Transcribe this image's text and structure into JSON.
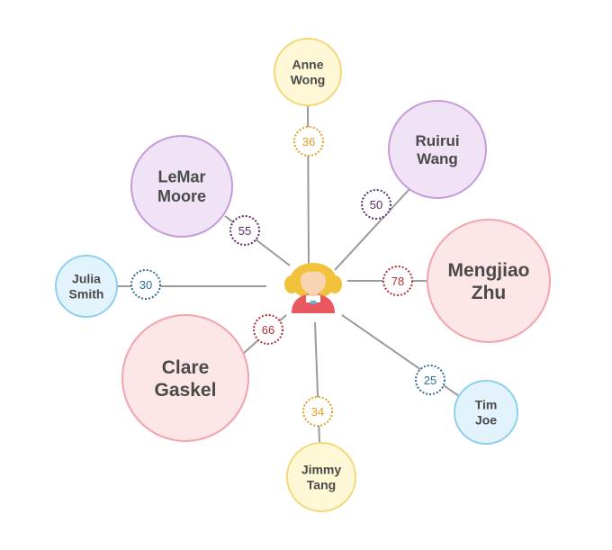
{
  "center": {
    "icon": "girl-avatar-icon"
  },
  "colors": {
    "line": "#9a9a9a",
    "yellow_fill": "#fef8d6",
    "yellow_stroke": "#f3d77a",
    "yellow_text": "#e0a020",
    "purple_fill": "#efe3f5",
    "purple_stroke": "#c69bd9",
    "purple_text": "#5a2a6e",
    "red_fill": "#fde6e8",
    "red_stroke": "#f2a3ab",
    "red_text": "#b0303a",
    "blue_fill": "#e2f3fc",
    "blue_stroke": "#8ed0ee",
    "blue_text": "#2b6f99"
  },
  "people": [
    {
      "id": "anne",
      "line1": "Anne",
      "line2": "Wong",
      "score": "36",
      "theme": "yellow"
    },
    {
      "id": "ruirui",
      "line1": "Ruirui",
      "line2": "Wang",
      "score": "50",
      "theme": "purple"
    },
    {
      "id": "mengjiao",
      "line1": "Mengjiao",
      "line2": "Zhu",
      "score": "78",
      "theme": "red"
    },
    {
      "id": "tim",
      "line1": "Tim",
      "line2": "Joe",
      "score": "25",
      "theme": "blue"
    },
    {
      "id": "jimmy",
      "line1": "Jimmy",
      "line2": "Tang",
      "score": "34",
      "theme": "yellow"
    },
    {
      "id": "clare",
      "line1": "Clare",
      "line2": "Gaskel",
      "score": "66",
      "theme": "red"
    },
    {
      "id": "julia",
      "line1": "Julia",
      "line2": "Smith",
      "score": "30",
      "theme": "blue"
    },
    {
      "id": "lemar",
      "line1": "LeMar",
      "line2": "Moore",
      "score": "55",
      "theme": "purple"
    }
  ]
}
